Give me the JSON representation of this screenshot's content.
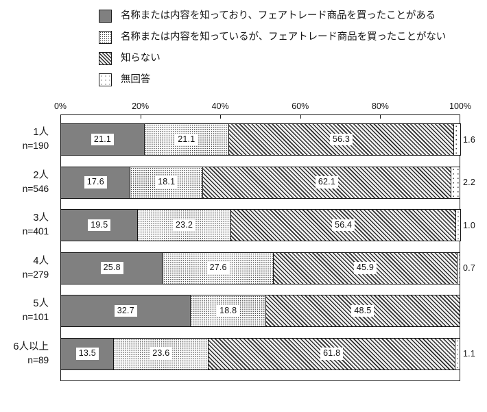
{
  "legend": {
    "items": [
      {
        "pattern": "solid-gray",
        "label": "名称または内容を知っており、フェアトレード商品を買ったことがある"
      },
      {
        "pattern": "fine-dots",
        "label": "名称または内容を知っているが、フェアトレード商品を買ったことがない"
      },
      {
        "pattern": "diagonal-hatch",
        "label": "知らない"
      },
      {
        "pattern": "sparse-dots",
        "label": "無回答"
      }
    ]
  },
  "axis": {
    "ticks": [
      "0%",
      "20%",
      "40%",
      "60%",
      "80%",
      "100%"
    ],
    "tick_values": [
      0,
      20,
      40,
      60,
      80,
      100
    ]
  },
  "rows": [
    {
      "name": "1人",
      "n": "n=190",
      "values": [
        21.1,
        21.1,
        56.3,
        1.6
      ],
      "labels": [
        "21.1",
        "21.1",
        "56.3",
        "1.6"
      ]
    },
    {
      "name": "2人",
      "n": "n=546",
      "values": [
        17.6,
        18.1,
        62.1,
        2.2
      ],
      "labels": [
        "17.6",
        "18.1",
        "62.1",
        "2.2"
      ]
    },
    {
      "name": "3人",
      "n": "n=401",
      "values": [
        19.5,
        23.2,
        56.4,
        1.0
      ],
      "labels": [
        "19.5",
        "23.2",
        "56.4",
        "1.0"
      ]
    },
    {
      "name": "4人",
      "n": "n=279",
      "values": [
        25.8,
        27.6,
        45.9,
        0.7
      ],
      "labels": [
        "25.8",
        "27.6",
        "45.9",
        "0.7"
      ]
    },
    {
      "name": "5人",
      "n": "n=101",
      "values": [
        32.7,
        18.8,
        48.5,
        0.0
      ],
      "labels": [
        "32.7",
        "18.8",
        "48.5",
        ""
      ]
    },
    {
      "name": "6人以上",
      "n": "n=89",
      "values": [
        13.5,
        23.6,
        61.8,
        1.1
      ],
      "labels": [
        "13.5",
        "23.6",
        "61.8",
        "1.1"
      ]
    }
  ],
  "colors": {
    "series1": "#808080",
    "outline": "#141414",
    "background": "#ffffff"
  },
  "chart_data": {
    "type": "bar",
    "orientation": "horizontal",
    "stacked": true,
    "normalized_percent": true,
    "title": "",
    "xlabel": "",
    "ylabel": "",
    "xlim": [
      0,
      100
    ],
    "grid": false,
    "legend_position": "top",
    "categories": [
      "1人 n=190",
      "2人 n=546",
      "3人 n=401",
      "4人 n=279",
      "5人 n=101",
      "6人以上 n=89"
    ],
    "series": [
      {
        "name": "名称または内容を知っており、フェアトレード商品を買ったことがある",
        "values": [
          21.1,
          17.6,
          19.5,
          25.8,
          32.7,
          13.5
        ]
      },
      {
        "name": "名称または内容を知っているが、フェアトレード商品を買ったことがない",
        "values": [
          21.1,
          18.1,
          23.2,
          27.6,
          18.8,
          23.6
        ]
      },
      {
        "name": "知らない",
        "values": [
          56.3,
          62.1,
          56.4,
          45.9,
          48.5,
          61.8
        ]
      },
      {
        "name": "無回答",
        "values": [
          1.6,
          2.2,
          1.0,
          0.7,
          0.0,
          1.1
        ]
      }
    ],
    "tick_labels": [
      "0%",
      "20%",
      "40%",
      "60%",
      "80%",
      "100%"
    ]
  }
}
